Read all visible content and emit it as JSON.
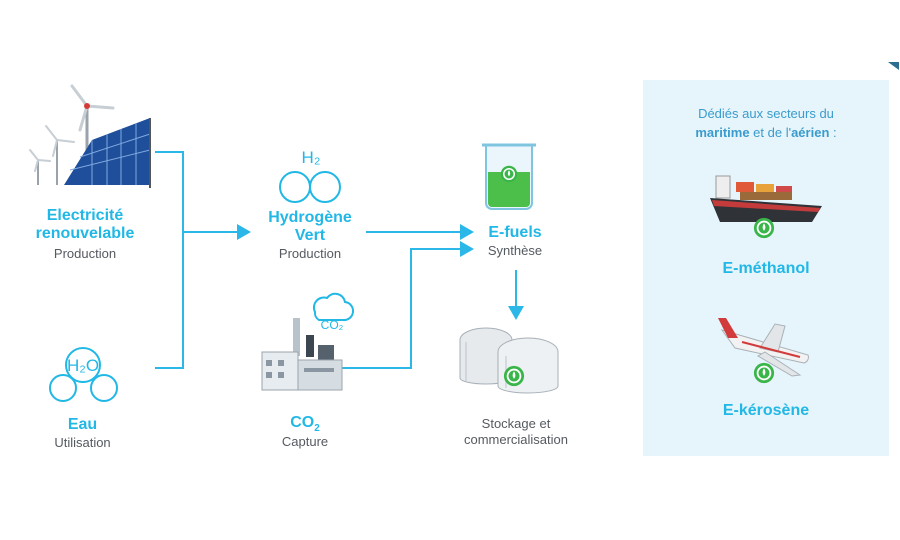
{
  "colors": {
    "accent": "#22b8e6",
    "connector": "#2bb7e8",
    "panel_bg": "#e6f4fb",
    "green": "#3ab54a",
    "muted": "#555a60"
  },
  "nodes": {
    "electricity": {
      "title_line1": "Electricité",
      "title_line2": "renouvelable",
      "subtitle": "Production",
      "icon": "wind-solar-icon"
    },
    "water": {
      "title": "Eau",
      "subtitle": "Utilisation",
      "icon_label": "H2O",
      "icon": "water-molecule-icon"
    },
    "hydrogen": {
      "title_line1": "Hydrogène",
      "title_line2": "Vert",
      "subtitle": "Production",
      "icon_label": "H2",
      "icon": "hydrogen-molecule-icon"
    },
    "co2": {
      "title": "CO",
      "title_sub": "2",
      "subtitle": "Capture",
      "icon_label": "CO2",
      "icon": "factory-icon"
    },
    "efuels": {
      "title": "E-fuels",
      "subtitle": "Synthèse",
      "icon": "beaker-icon"
    },
    "storage": {
      "title_line1": "Stockage et",
      "title_line2": "commercialisation",
      "icon": "storage-tanks-icon"
    }
  },
  "panel": {
    "line1": "Dédiés aux secteurs du",
    "line2_bold1": "maritime",
    "line2_mid": " et de l'",
    "line2_bold2": "aérien",
    "line2_end": " :",
    "item1": {
      "label": "E-méthanol",
      "icon": "cargo-ship-icon"
    },
    "item2": {
      "label": "E-kérosène",
      "icon": "airplane-icon"
    }
  }
}
